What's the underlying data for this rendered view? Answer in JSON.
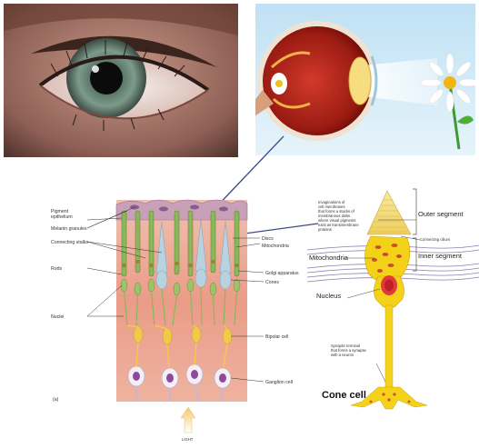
{
  "retina_labels": {
    "pigment_epithelium": "Pigment\nepithelium",
    "melanin_granules": "Melanin granules",
    "connecting_stalks": "Connecting stalks",
    "rods": "Rods",
    "nuclei": "Nuclei",
    "discs": "Discs",
    "mitochondria": "Mitochondria",
    "golgi_apparatus": "Golgi apparatus",
    "cones": "Cones",
    "bipolar_cell": "Bipolar cell",
    "ganglion_cell": "Ganglion cell",
    "panel_letter": "(a)",
    "light": "LIGHT"
  },
  "cone_labels": {
    "invaginations": "Invaginations of\ncell membranes\nthat forms a stacks of\nmembranous disks\nwhere visual pigments\nexist as transmembrane\nproteins",
    "outer_segment": "Outer segment",
    "connecting_cilium": "Connecting cilium",
    "inner_segment": "Inner segment",
    "mitochondria": "Mitochondria",
    "nucleus": "Nucleus",
    "synaptic_terminal": "Synaptic terminal\nthat forms a synapse\nwith a neuron",
    "title": "Cone cell"
  },
  "colors": {
    "background": "#ffffff",
    "retina_tissue": "#e89a86",
    "rod_green": "#8db65a",
    "cone_blue": "#b7d3e0",
    "neuron_yellow": "#f2c94c",
    "ganglion_purple": "#8e4a9a",
    "cone_cell_yellow": "#f5d21a",
    "connector_line": "#3d4a80"
  },
  "icons": [
    "up-arrow-icon"
  ]
}
